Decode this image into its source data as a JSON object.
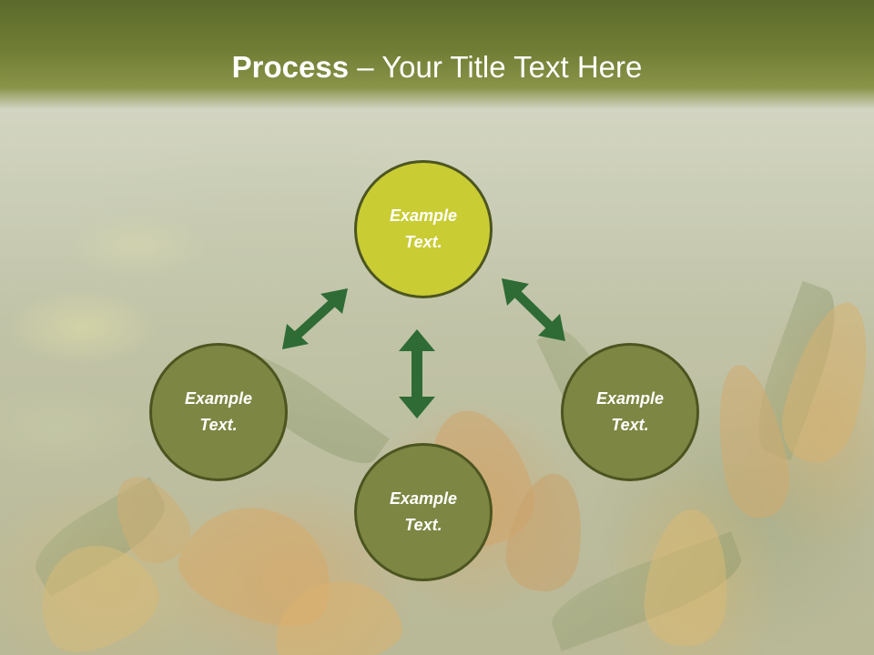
{
  "slide": {
    "title_bold": "Process",
    "title_rest": " – Your Title Text Here"
  },
  "diagram": {
    "nodes": [
      {
        "id": "top",
        "label": "Example\nText.",
        "fill": "#c9cc33"
      },
      {
        "id": "left",
        "label": "Example\nText.",
        "fill": "#7d8642"
      },
      {
        "id": "right",
        "label": "Example\nText.",
        "fill": "#7d8642"
      },
      {
        "id": "bottom",
        "label": "Example\nText.",
        "fill": "#7d8642"
      }
    ],
    "arrow_color": "#2e6b35",
    "node_border": "#4c5520"
  },
  "colors": {
    "title_bar": "#6f7d34",
    "title_text": "#ffffff"
  }
}
